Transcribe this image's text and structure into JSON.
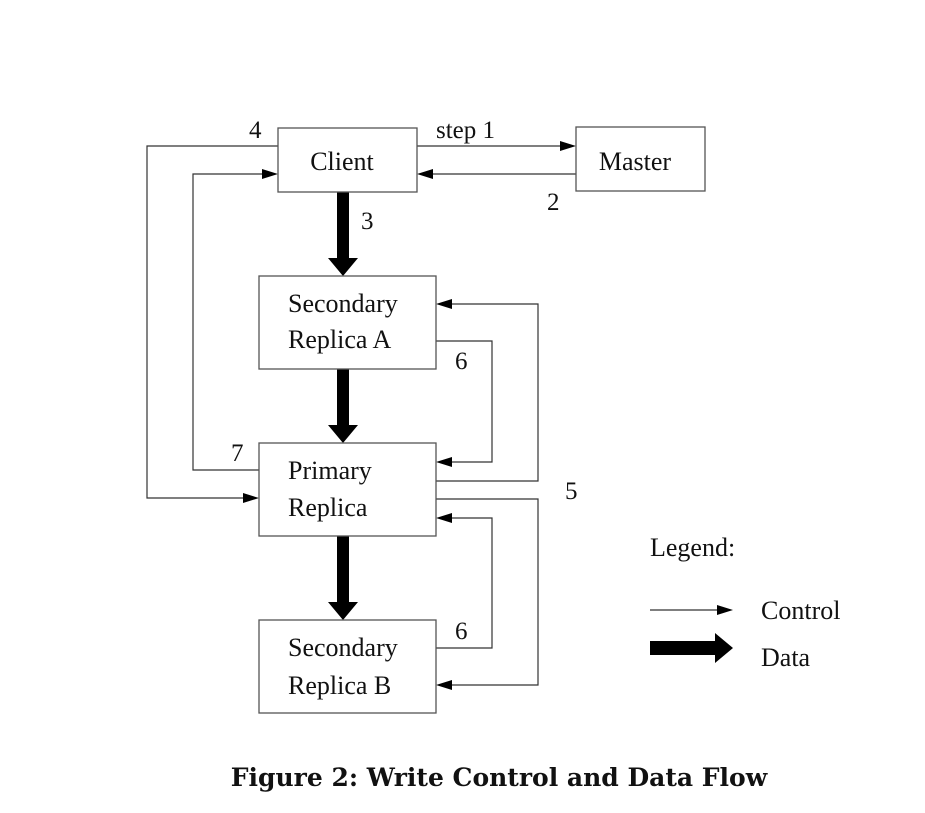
{
  "diagram": {
    "nodes": {
      "client": {
        "lines": [
          "Client"
        ]
      },
      "master": {
        "lines": [
          "Master"
        ]
      },
      "secondary_a": {
        "lines": [
          "Secondary",
          "Replica A"
        ]
      },
      "primary": {
        "lines": [
          "Primary",
          "Replica"
        ]
      },
      "secondary_b": {
        "lines": [
          "Secondary",
          "Replica B"
        ]
      }
    },
    "edges": [
      {
        "from": "client",
        "to": "master",
        "kind": "control",
        "label": "step 1"
      },
      {
        "from": "master",
        "to": "client",
        "kind": "control",
        "label": "2"
      },
      {
        "from": "client",
        "to": "secondary_a",
        "kind": "data",
        "label": "3"
      },
      {
        "from": "client",
        "to": "primary",
        "kind": "control",
        "label": "4"
      },
      {
        "from": "primary",
        "to": "secondary_a",
        "kind": "control",
        "label": "5"
      },
      {
        "from": "primary",
        "to": "secondary_b",
        "kind": "control",
        "label": "5"
      },
      {
        "from": "secondary_a",
        "to": "primary",
        "kind": "control",
        "label": "6"
      },
      {
        "from": "secondary_b",
        "to": "primary",
        "kind": "control",
        "label": "6"
      },
      {
        "from": "primary",
        "to": "client",
        "kind": "control",
        "label": "7"
      },
      {
        "from": "secondary_a",
        "to": "primary",
        "kind": "data",
        "label": ""
      },
      {
        "from": "primary",
        "to": "secondary_b",
        "kind": "data",
        "label": ""
      }
    ],
    "labels": {
      "step1": "step 1",
      "two": "2",
      "three": "3",
      "four": "4",
      "five": "5",
      "six_a": "6",
      "six_b": "6",
      "seven": "7"
    },
    "legend": {
      "title": "Legend:",
      "control": "Control",
      "data": "Data"
    },
    "caption": "Figure 2: Write Control and Data Flow"
  }
}
